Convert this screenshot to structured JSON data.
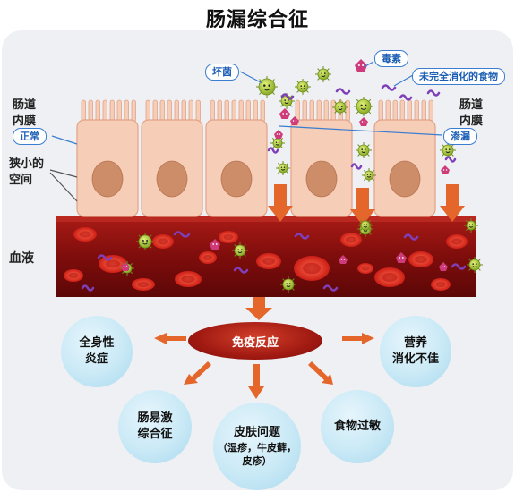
{
  "title": "肠漏综合征",
  "labels": {
    "mucosa_left": "肠道\n内膜",
    "mucosa_right": "肠道\n内膜",
    "narrow_space": "狭小的\n空间",
    "blood": "血液"
  },
  "tags": {
    "normal": "正常",
    "leak": "渗漏",
    "bad_bacteria": "坏菌",
    "toxins": "毒素",
    "undigested_food": "未完全消化的食物"
  },
  "immune_response": "免疫反应",
  "outcomes": [
    {
      "label": "全身性\n炎症",
      "sub": ""
    },
    {
      "label": "营养\n消化不佳",
      "sub": ""
    },
    {
      "label": "肠易激\n综合征",
      "sub": ""
    },
    {
      "label": "皮肤问题",
      "sub": "（湿疹，牛皮藓，\n皮疹）"
    },
    {
      "label": "食物过敏",
      "sub": ""
    }
  ],
  "colors": {
    "cell_fill": "#f6cdb6",
    "cell_border": "#e2a287",
    "nucleus": "#cc8d68",
    "blood_vessel": "#8b1313",
    "blood_cell": "#d42a22",
    "arrow_orange": "#e4662a",
    "tag_border": "#3a7dd1",
    "outcome_circle": "#c9e9f6",
    "bacteria": "#a7c634",
    "toxin": "#cf3b7a",
    "food_particle": "#7f3fb8"
  },
  "icons": [
    "bacteria-icon",
    "toxin-icon",
    "food-particle-icon"
  ]
}
